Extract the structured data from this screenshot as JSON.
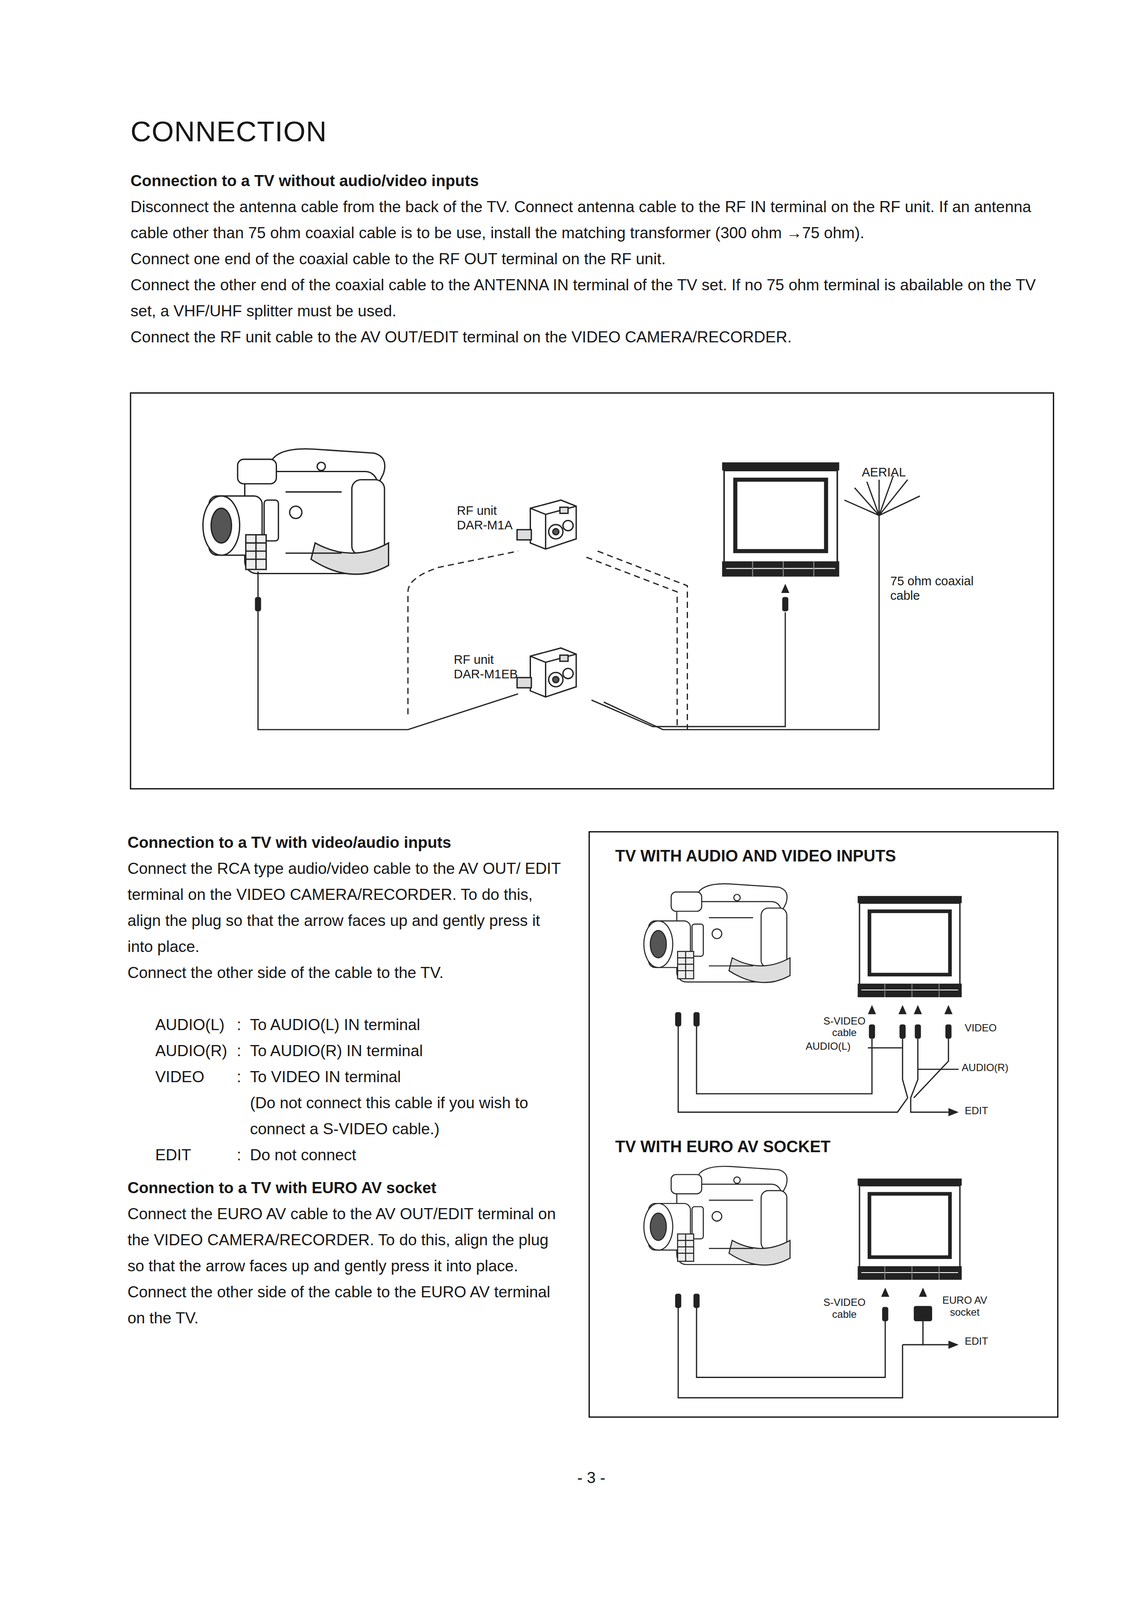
{
  "diagram": {
    "title": "CONNECTION",
    "nodes": [
      {
        "text": [
          "TV WITH AUDIO AND VIDEO INPUTS",
          "TV WITH EURO AV SOCKET"
        ]
      }
    ],
    "labels": [
      "Connection to a TV without audio/video inputs",
      "Disconnect the antenna cable from the back of the TV. Connect antenna cable to the RF IN terminal on the RF unit. If an antenna cable other than 75 ohm coaxial cable is to be use, install the matching transformer (300 ohm →75 ohm).",
      "Connect one end of the coaxial cable to the RF OUT terminal on the RF unit.",
      "Connect the other end of the coaxial cable to the ANTENNA IN terminal of the TV set. If no 75 ohm terminal is abailable on the TV set, a VHF/UHF splitter must be used.",
      "Connect the RF unit cable to the AV OUT/EDIT terminal on the VIDEO CAMERA/RECORDER.",
      "RF unit DAR-M1A",
      "RF unit DAR-M1EB",
      "AERIAL",
      "75 ohm coaxial cable",
      "Connection to a TV with video/audio inputs",
      "Connect the RCA type audio/video cable to the AV OUT/ EDIT terminal on the VIDEO CAMERA/RECORDER. To do this, align the plug so that the arrow faces up and gently press it into place.",
      "Connect the other side of the cable to the TV.",
      "AUDIO(L)",
      ":",
      "To AUDIO(L) IN terminal",
      "AUDIO(R)",
      ":",
      "To AUDIO(R) IN terminal",
      "VIDEO",
      ":",
      "To VIDEO IN terminal",
      "(Do not connect this cable if you wish to connect a S-VIDEO cable.)",
      "EDIT",
      ":",
      "Do not connect",
      "Connection to a TV with EURO AV socket",
      "Connect the EURO AV cable to the AV OUT/EDIT terminal on the VIDEO CAMERA/RECORDER. To do this, align the plug so that the arrow faces up and gently press it into place.",
      "Connect the other side of the cable to the EURO AV terminal on the TV.",
      "S-VIDEO cable",
      "VIDEO",
      "AUDIO(L)",
      "AUDIO(R)",
      "EDIT",
      "S-VIDEO cable",
      "EURO AV socket",
      "EDIT",
      "- 3 -"
    ]
  }
}
